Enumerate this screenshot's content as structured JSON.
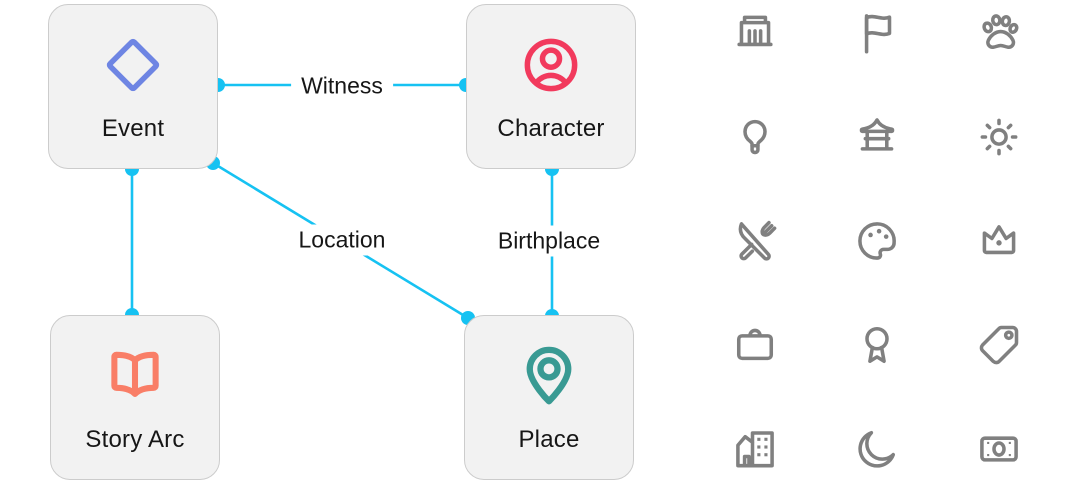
{
  "diagram": {
    "connector_color": "#16c2f2",
    "node_background": "#f2f2f2",
    "node_border": "#cccccc",
    "nodes": [
      {
        "id": "event",
        "label": "Event",
        "icon": "diamond-icon",
        "color": "#6e85e3"
      },
      {
        "id": "character",
        "label": "Character",
        "icon": "user-circle-icon",
        "color": "#f23a5d"
      },
      {
        "id": "story_arc",
        "label": "Story Arc",
        "icon": "open-book-icon",
        "color": "#f97e67"
      },
      {
        "id": "place",
        "label": "Place",
        "icon": "map-pin-icon",
        "color": "#399a93"
      }
    ],
    "edges": [
      {
        "label": "Witness",
        "from": "event",
        "to": "character"
      },
      {
        "label": "",
        "from": "event",
        "to": "story_arc"
      },
      {
        "label": "Location",
        "from": "event",
        "to": "place"
      },
      {
        "label": "Birthplace",
        "from": "character",
        "to": "place"
      }
    ]
  },
  "icon_palette": {
    "icon_color": "#808080",
    "rows": [
      [
        "bank",
        "flag",
        "paw-print"
      ],
      [
        "lightbulb",
        "temple",
        "sun"
      ],
      [
        "restaurant",
        "palette",
        "crown"
      ],
      [
        "briefcase",
        "award-ribbon",
        "price-tag"
      ],
      [
        "city-building",
        "moon",
        "banknote"
      ]
    ]
  }
}
